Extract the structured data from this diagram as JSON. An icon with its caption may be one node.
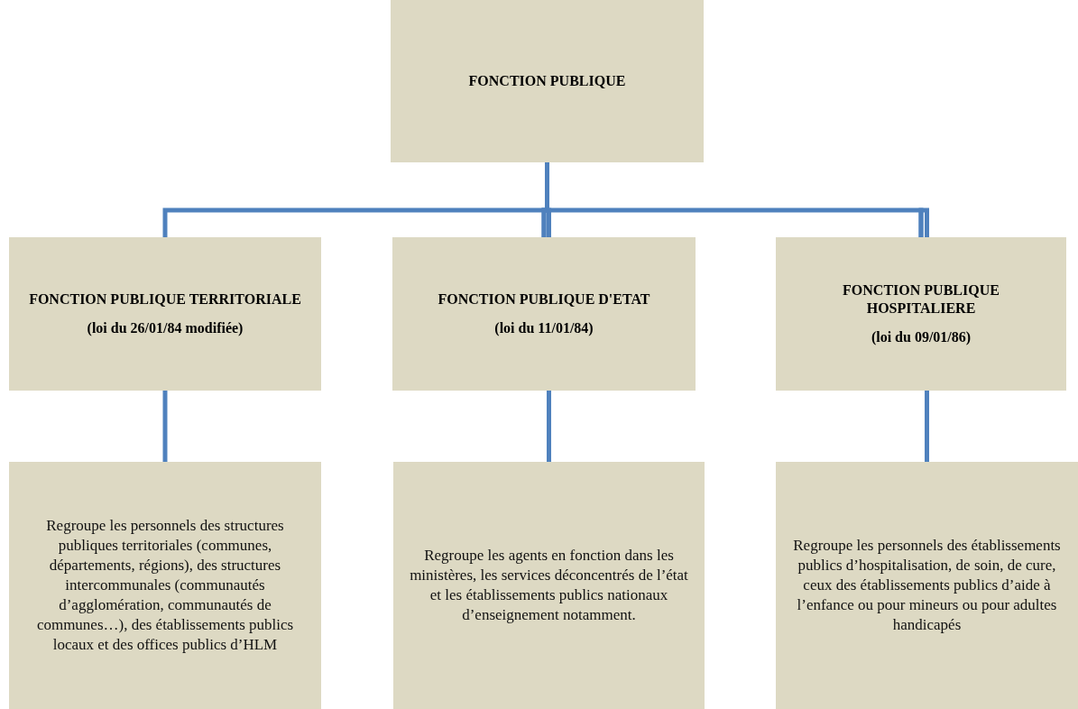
{
  "diagram": {
    "nodes": [
      {
        "text": [
          "FONCTION PUBLIQUE"
        ]
      },
      {
        "text": [
          "FONCTION PUBLIQUE TERRITORIALE",
          "(loi du 26/01/84 modifiée)"
        ]
      },
      {
        "text": [
          "FONCTION PUBLIQUE D'ETAT",
          "(loi du 11/01/84)"
        ]
      },
      {
        "text": [
          "FONCTION PUBLIQUE HOSPITALIERE",
          "(loi du 09/01/86)"
        ]
      },
      {
        "text": [
          "Regroupe les personnels des structures publiques territoriales (communes, départements, régions), des structures intercommunales (communautés d’agglomération, communautés de communes…), des établissements publics locaux et des offices  publics d’HLM"
        ]
      },
      {
        "text": [
          "Regroupe les agents en fonction dans les ministères, les services déconcentrés de l’état et les établissements publics nationaux d’enseignement notamment."
        ]
      },
      {
        "text": [
          "Regroupe les personnels des établissements publics d’hospitalisation, de soin, de cure, ceux des établissements publics d’aide à l’enfance ou pour mineurs ou pour adultes handicapés"
        ]
      }
    ],
    "edges": [
      {
        "from": 0,
        "to": 1,
        "arrow": "none"
      },
      {
        "from": 0,
        "to": 2,
        "arrow": "none"
      },
      {
        "from": 0,
        "to": 3,
        "arrow": "none"
      },
      {
        "from": 1,
        "to": 4,
        "arrow": "none"
      },
      {
        "from": 2,
        "to": 5,
        "arrow": "none"
      },
      {
        "from": 3,
        "to": 6,
        "arrow": "none"
      }
    ]
  }
}
